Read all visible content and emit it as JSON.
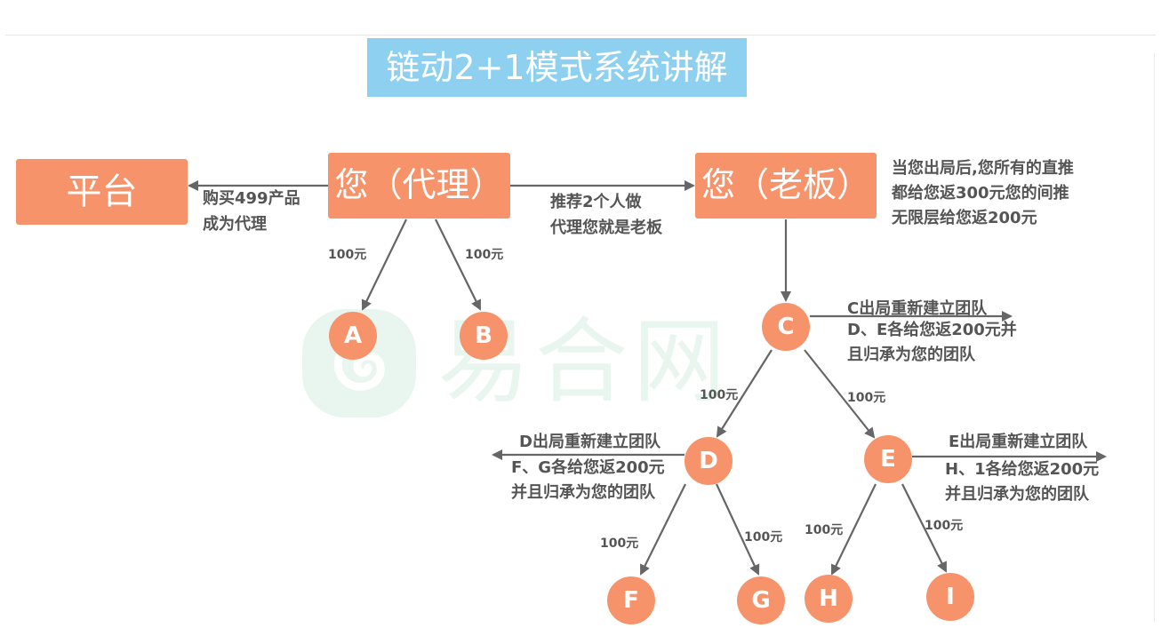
{
  "title": "链动2+1模式系统讲解",
  "boxes": {
    "platform": "平台",
    "agent": "您（代理）",
    "boss": "您（老板）"
  },
  "nodes": {
    "A": "A",
    "B": "B",
    "C": "C",
    "D": "D",
    "E": "E",
    "F": "F",
    "G": "G",
    "H": "H",
    "I": "I"
  },
  "labels": {
    "buy_line1": "购买499产品",
    "buy_line2": "成为代理",
    "recommend_line1": "推荐2个人做",
    "recommend_line2": "代理您就是老板",
    "boss_note_line1": "当您出局后,您所有的直推",
    "boss_note_line2": "都给您返300元您的间推",
    "boss_note_line3": "无限层给您返200元",
    "c_note_line1": "C出局重新建立团队",
    "c_note_line2": "D、E各给您返200元并",
    "c_note_line3": "且归承为您的团队",
    "d_note_line1": "D出局重新建立团队",
    "d_note_line2": "F、G各给您返200元",
    "d_note_line3": "并且归承为您的团队",
    "e_note_line1": "E出局重新建立团队",
    "e_note_line2": "H、1各给您返200元",
    "e_note_line3": "并且归承为您的团队",
    "amount": "100元"
  },
  "watermark": "易合网",
  "colors": {
    "title_bg": "#8dd0ef",
    "box": "#f7936a",
    "line": "#666666",
    "text": "#555555",
    "watermark": "#e9f5ef"
  }
}
